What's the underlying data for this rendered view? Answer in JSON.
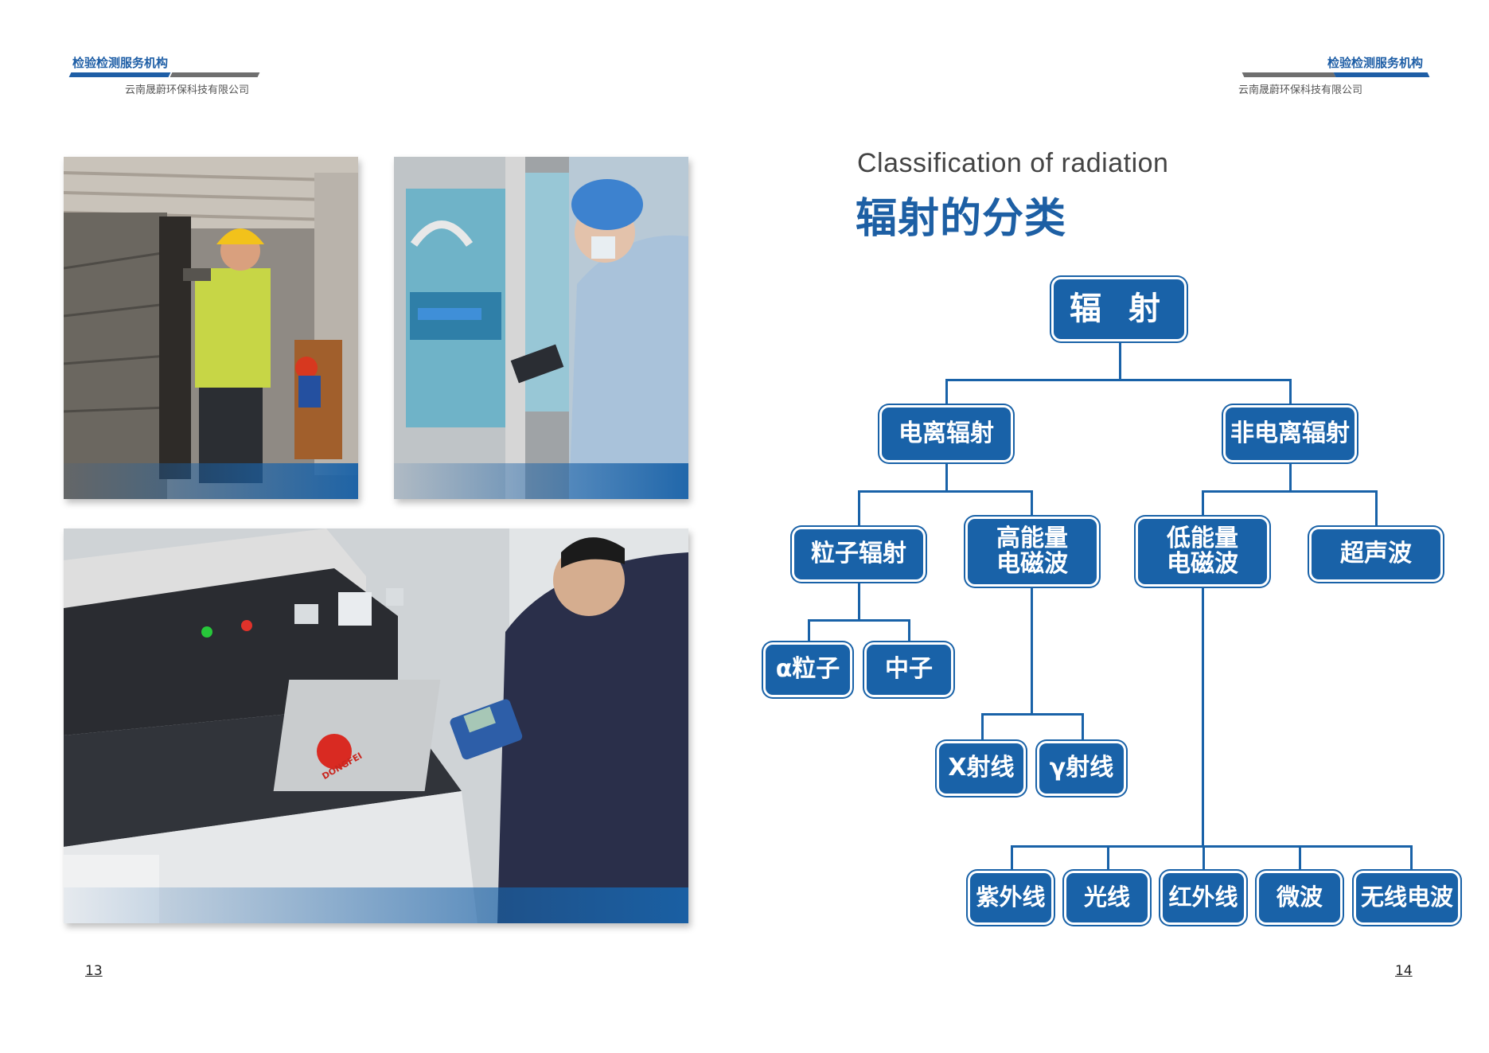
{
  "header_left": {
    "org": "检验检测服务机构",
    "company": "云南晟蔚环保科技有限公司"
  },
  "header_right": {
    "org": "检验检测服务机构",
    "company": "云南晟蔚环保科技有限公司"
  },
  "pages": {
    "left": "13",
    "right": "14"
  },
  "title": {
    "en": "Classification of radiation",
    "zh": "辐射的分类"
  },
  "photos": {
    "photo1": "worker in hard hat measuring radiation at industrial equipment",
    "photo2": "inspector in surgical cap measuring radiation at hospital room window",
    "photo3": "inspector measuring radiation at DONGFEI x-ray cabinet",
    "dongfei_logo": "DONGFEI"
  },
  "tree": {
    "root": "辐 射",
    "ionizing": "电离辐射",
    "non_ionizing": "非电离辐射",
    "particle": "粒子辐射",
    "high_em_1": "高能量",
    "high_em_2": "电磁波",
    "low_em_1": "低能量",
    "low_em_2": "电磁波",
    "ultrasound": "超声波",
    "alpha": "α粒子",
    "neutron": "中子",
    "xray": "X射线",
    "gamma": "γ射线",
    "uv": "紫外线",
    "light": "光线",
    "infrared": "红外线",
    "microwave": "微波",
    "radio": "无线电波"
  },
  "colors": {
    "brand_blue": "#1962a8",
    "header_gray": "#6f6f6f"
  }
}
